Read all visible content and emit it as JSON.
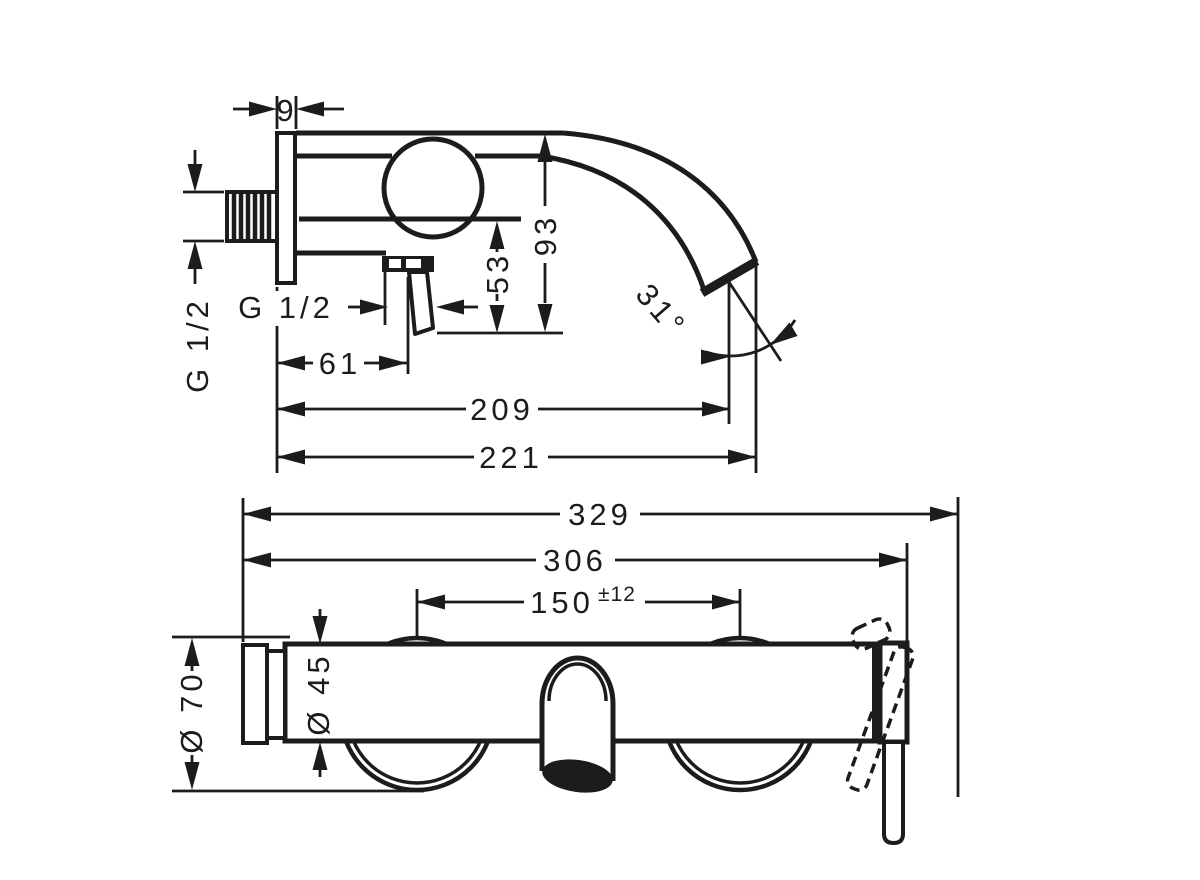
{
  "drawing": {
    "type": "faucet technical dimension drawing",
    "colors": {
      "line": "#1c1c1c",
      "background": "#ffffff"
    },
    "side_view": {
      "plate_thickness": "9",
      "wall_thread": "G 1/2",
      "outlet_thread": "G 1/2",
      "outlet_offset": "61",
      "reach_inner": "209",
      "reach_overall": "221",
      "outlet_drop": "53",
      "overall_height": "93",
      "spout_angle": "31°"
    },
    "front_view": {
      "overall_length": "329",
      "body_length": "306",
      "connection_spacing": "150",
      "connection_tolerance": "±12",
      "escutcheon_diameter": "Ø 70",
      "body_diameter": "Ø 45"
    }
  }
}
